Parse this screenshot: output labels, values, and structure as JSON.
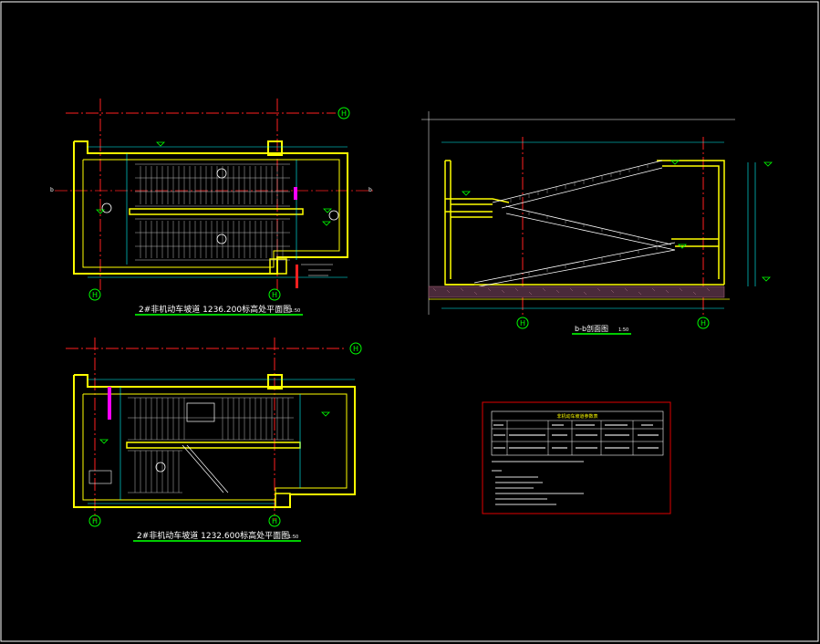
{
  "drawing": {
    "plan_top": {
      "title": "2#非机动车坡道 1236.200标高处平面图",
      "scale": "1:50",
      "grid_label": "H",
      "section_marker": "b"
    },
    "plan_bottom": {
      "title": "2#非机动车坡道 1232.600标高处平面图",
      "scale": "1:50",
      "grid_label": "H"
    },
    "section": {
      "title": "b-b剖面图",
      "scale": "1:50",
      "grid_label": "H"
    },
    "table": {
      "title": "非机动车坡道参数表"
    }
  },
  "colors": {
    "background": "#000000",
    "wall": "#ffff00",
    "axis": "#ff2020",
    "dimension": "#00ffff",
    "label_underline": "#00cc00",
    "table_border": "#e00000",
    "frame": "#ffffff"
  }
}
